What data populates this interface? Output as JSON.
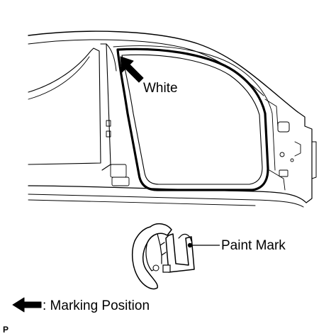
{
  "labels": {
    "white": "White",
    "paint_mark": "Paint Mark",
    "marking_position": ": Marking Position",
    "code": "P"
  },
  "icons": {
    "callout_arrow": "arrow-icon",
    "legend_arrow": "arrow-icon"
  },
  "colors": {
    "line": "#000000",
    "background": "#ffffff"
  }
}
